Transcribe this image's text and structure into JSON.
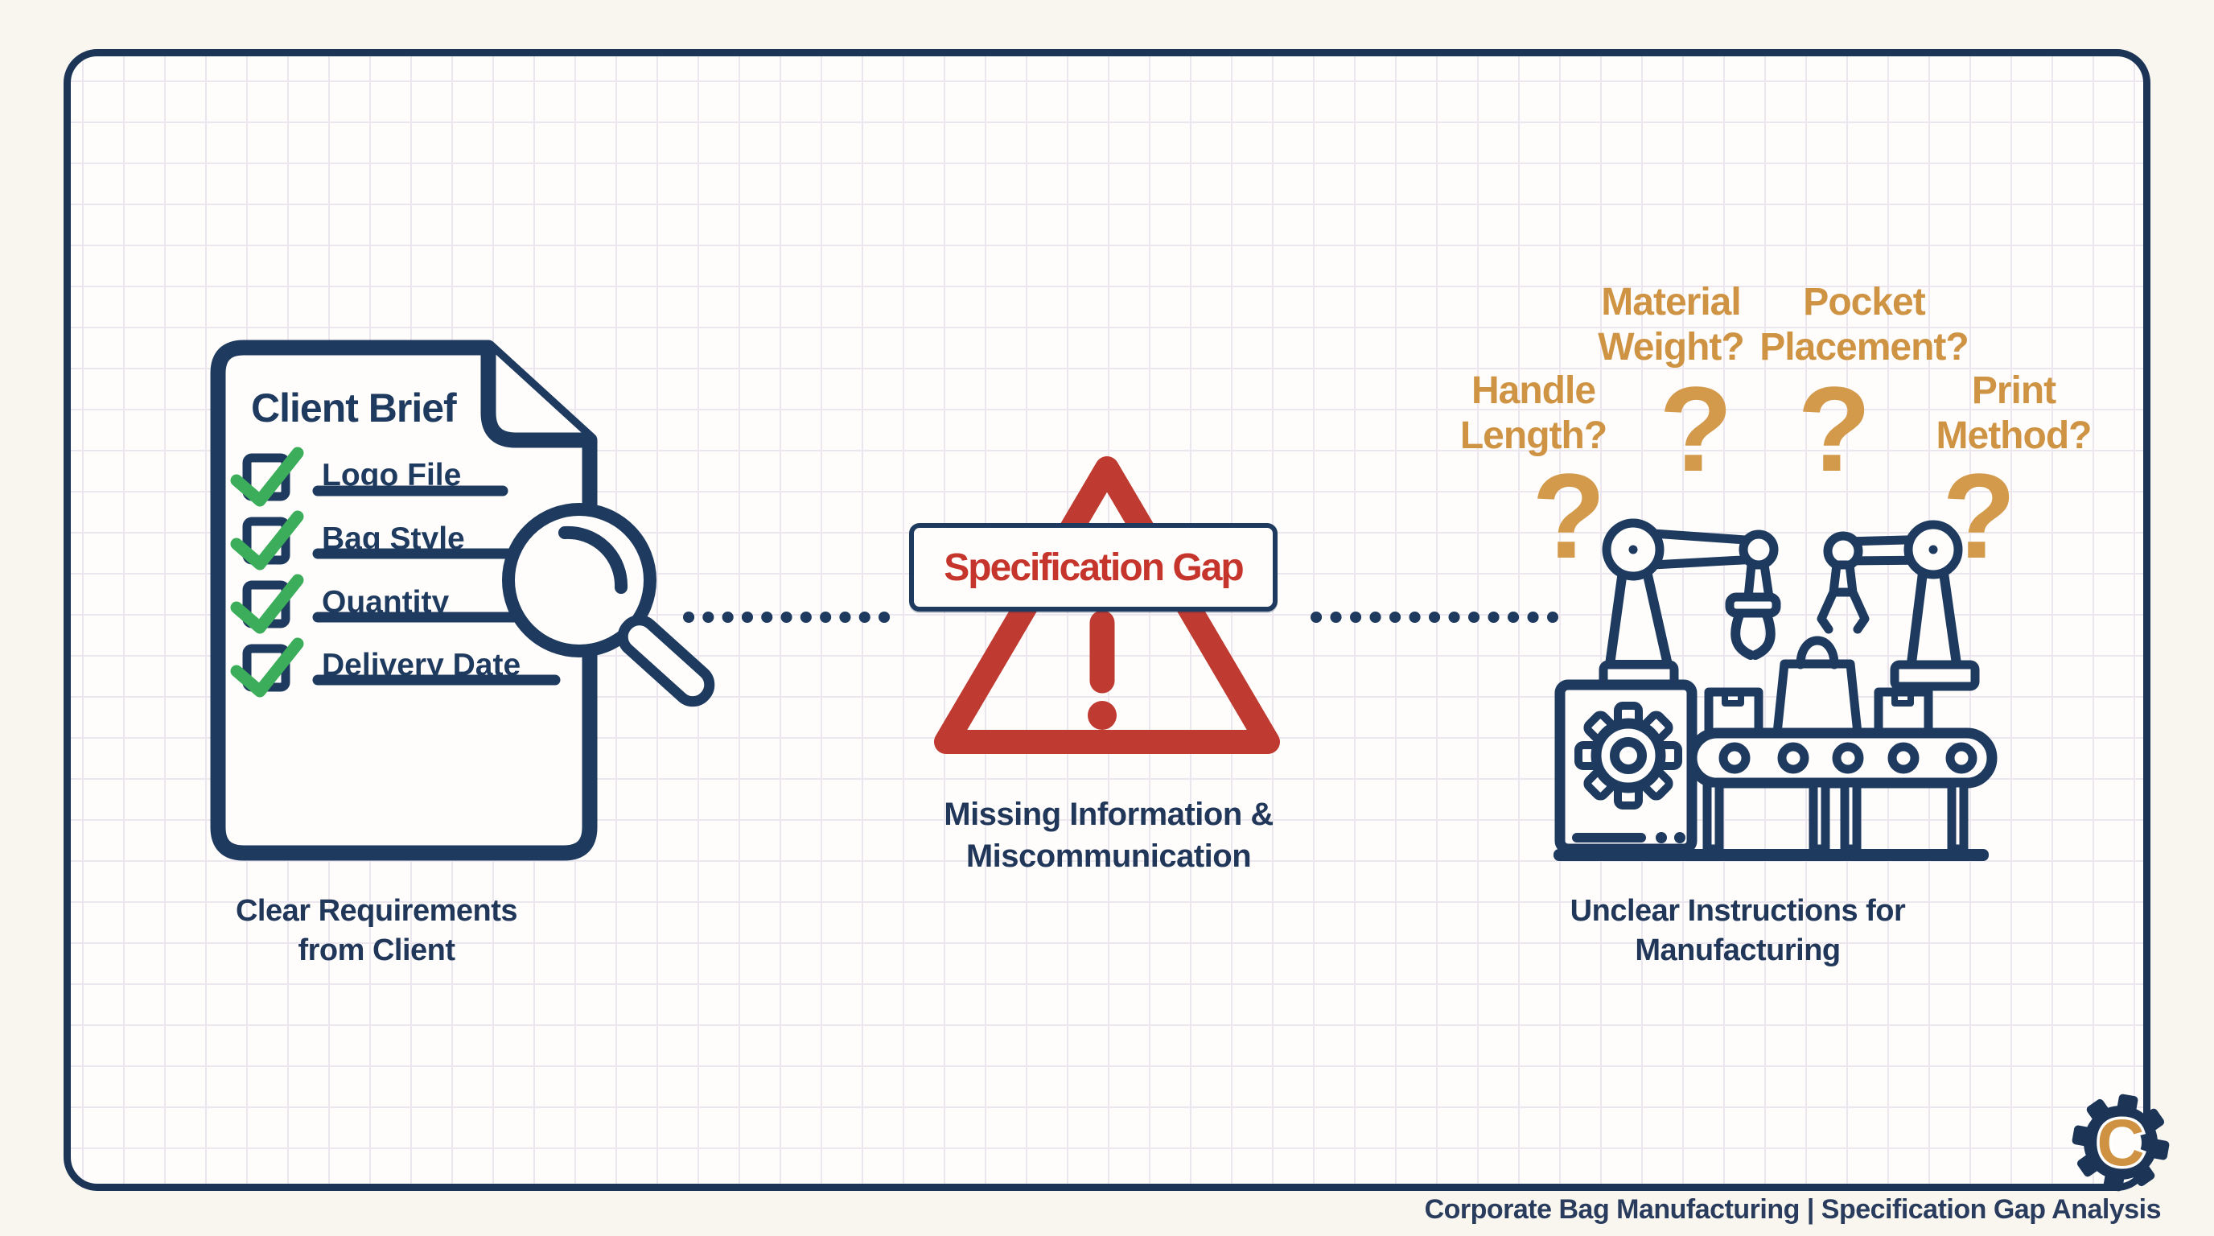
{
  "brief": {
    "title": "Client Brief",
    "items": [
      "Logo File",
      "Bag Style",
      "Quantity",
      "Delivery Date"
    ],
    "caption": {
      "line1": "Clear Requirements",
      "line2": "from Client"
    }
  },
  "gap": {
    "label": "Specification Gap",
    "caption": {
      "line1": "Missing Information &",
      "line2": "Miscommunication"
    }
  },
  "mfg": {
    "qmark": "?",
    "questions": [
      {
        "line1": "Handle",
        "line2": "Length?"
      },
      {
        "line1": "Material",
        "line2": "Weight?"
      },
      {
        "line1": "Pocket",
        "line2": "Placement?"
      },
      {
        "line1": "Print",
        "line2": "Method?"
      }
    ],
    "caption": {
      "line1": "Unclear Instructions for",
      "line2": "Manufacturing"
    }
  },
  "footer": {
    "text": "Corporate Bag Manufacturing | Specification Gap Analysis"
  },
  "branding": {
    "letter": "C"
  },
  "colors": {
    "navy": "#1e3a5f",
    "red": "#bf3a30",
    "green": "#3cae5b",
    "gold": "#cf9344",
    "grid": "#ece7ee",
    "paper": "#fefdfb"
  }
}
